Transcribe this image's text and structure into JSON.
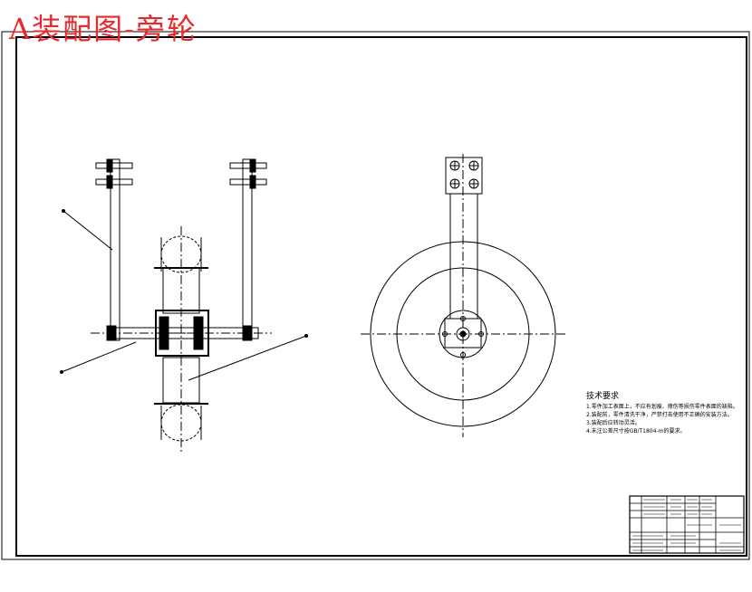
{
  "title": "A装配图-旁轮",
  "colors": {
    "title": "#e8282b",
    "line": "#000000",
    "paper": "#ffffff"
  },
  "notes": {
    "heading": "技术要求",
    "lines": [
      "1.零件加工表面上，不应有划痕、擦伤等损伤零件表面的缺陷。",
      "2.装配前，零件清洗干净，严禁打击使用不正确的安装方法。",
      "3.装配后应转动灵活。",
      "4.未注公差尺寸按GB/T1804-m的要求。"
    ]
  }
}
